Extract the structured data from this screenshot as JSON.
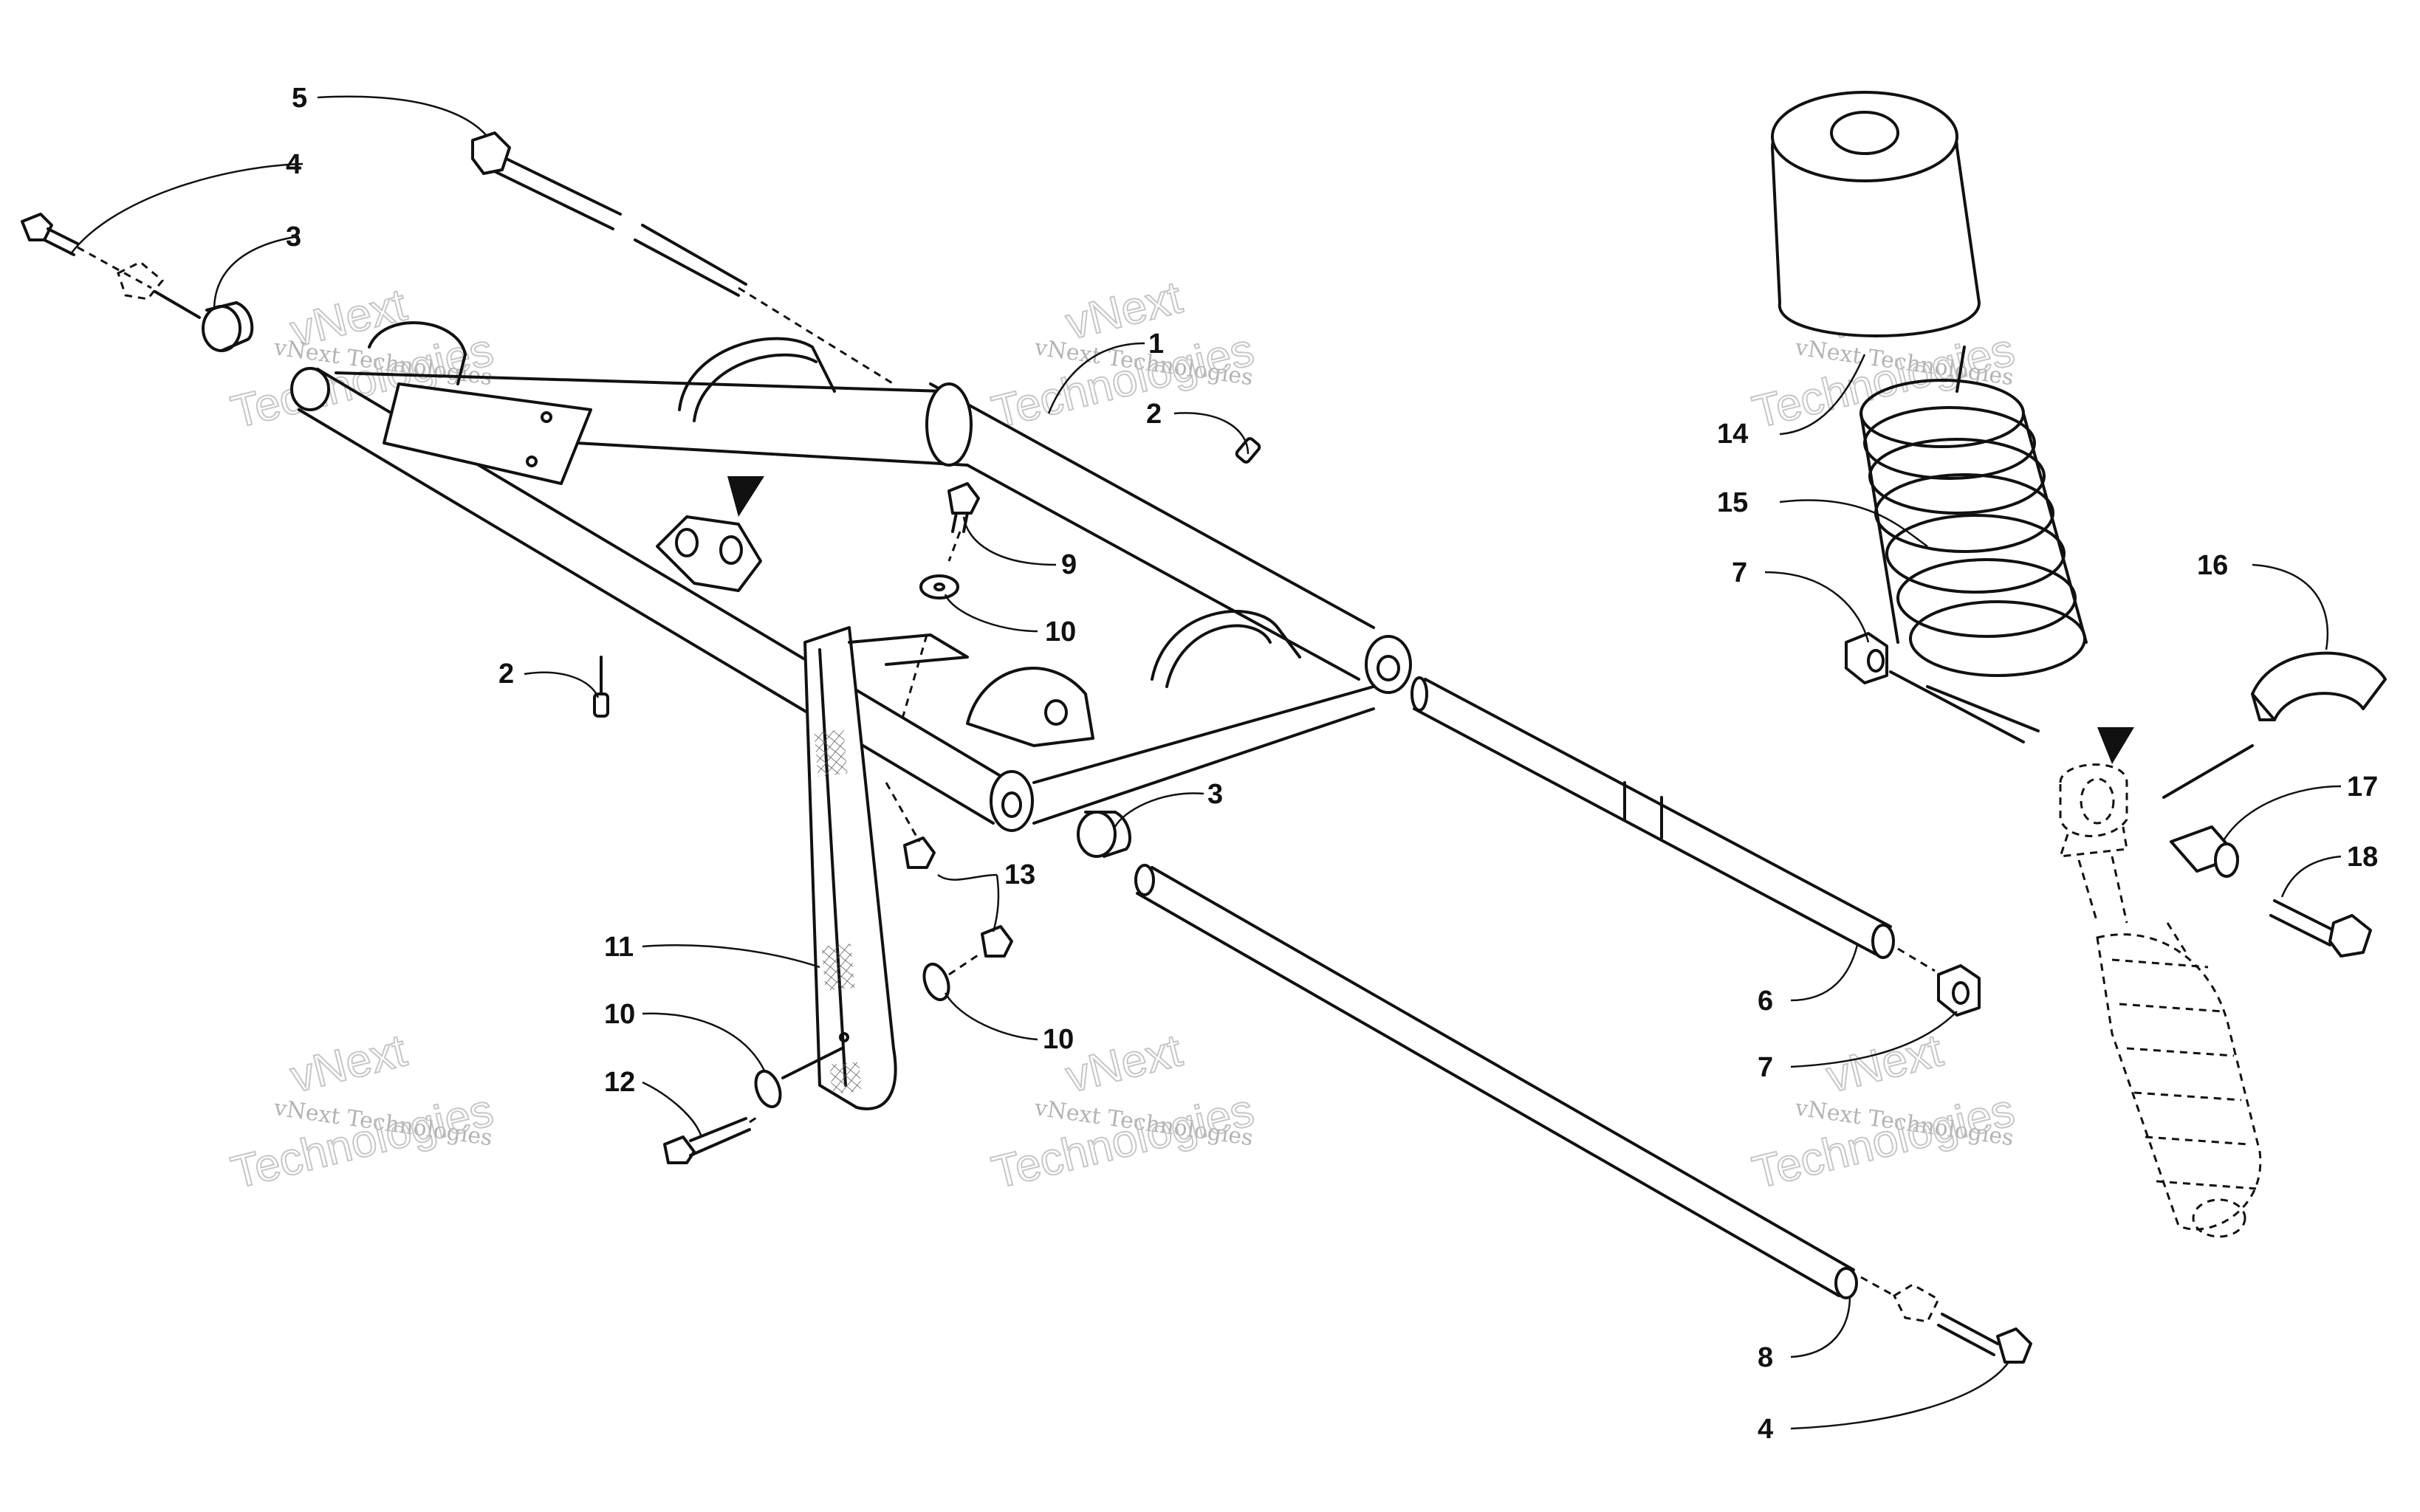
{
  "callouts": {
    "c1": "1",
    "c2a": "2",
    "c2b": "2",
    "c3a": "3",
    "c3b": "3",
    "c4a": "4",
    "c4b": "4",
    "c5": "5",
    "c6": "6",
    "c7a": "7",
    "c7b": "7",
    "c8": "8",
    "c9": "9",
    "c10a": "10",
    "c10b": "10",
    "c10c": "10",
    "c11": "11",
    "c12": "12",
    "c13": "13",
    "c14": "14",
    "c15": "15",
    "c16": "16",
    "c17": "17",
    "c18": "18"
  },
  "watermark": {
    "line1": "vNext",
    "line2": "vNext Technologies",
    "line3": "Technologies"
  }
}
